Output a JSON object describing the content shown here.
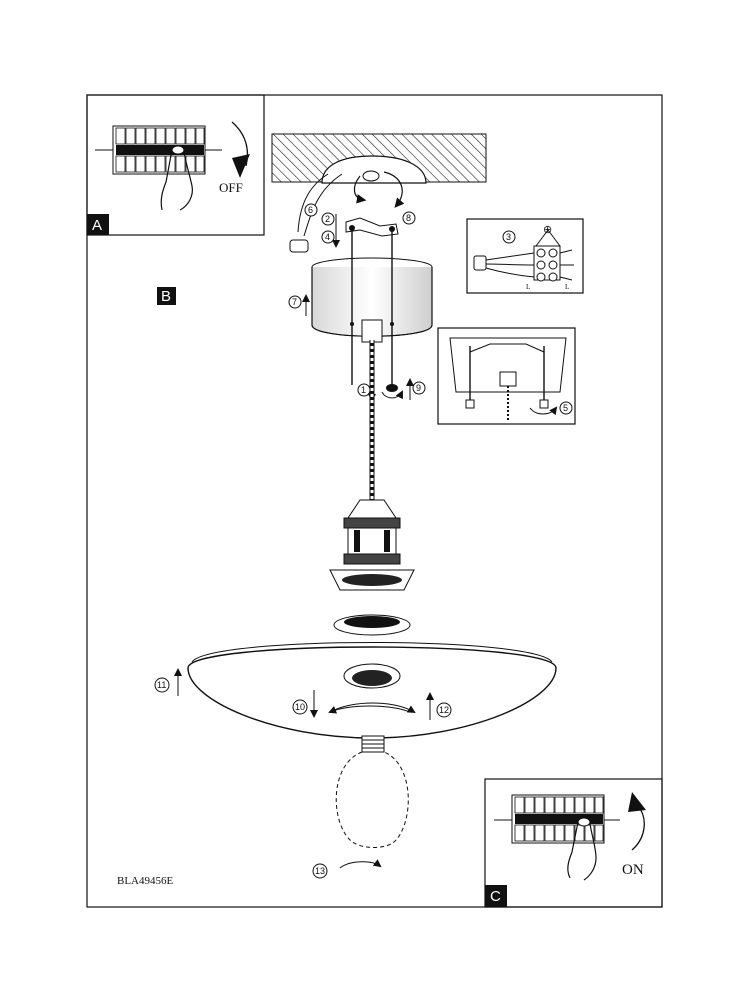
{
  "document": {
    "code": "BLA49456E"
  },
  "panels": {
    "A": {
      "letter": "A",
      "caption": "OFF"
    },
    "B": {
      "letter": "B"
    },
    "C": {
      "letter": "C",
      "caption": "ON"
    }
  },
  "wiring_symbols": {
    "earth": "⊕",
    "terminal_left": "L",
    "terminal_right": "L"
  },
  "steps": [
    "1",
    "2",
    "3",
    "4",
    "5",
    "6",
    "7",
    "8",
    "9",
    "10",
    "11",
    "12",
    "13"
  ]
}
